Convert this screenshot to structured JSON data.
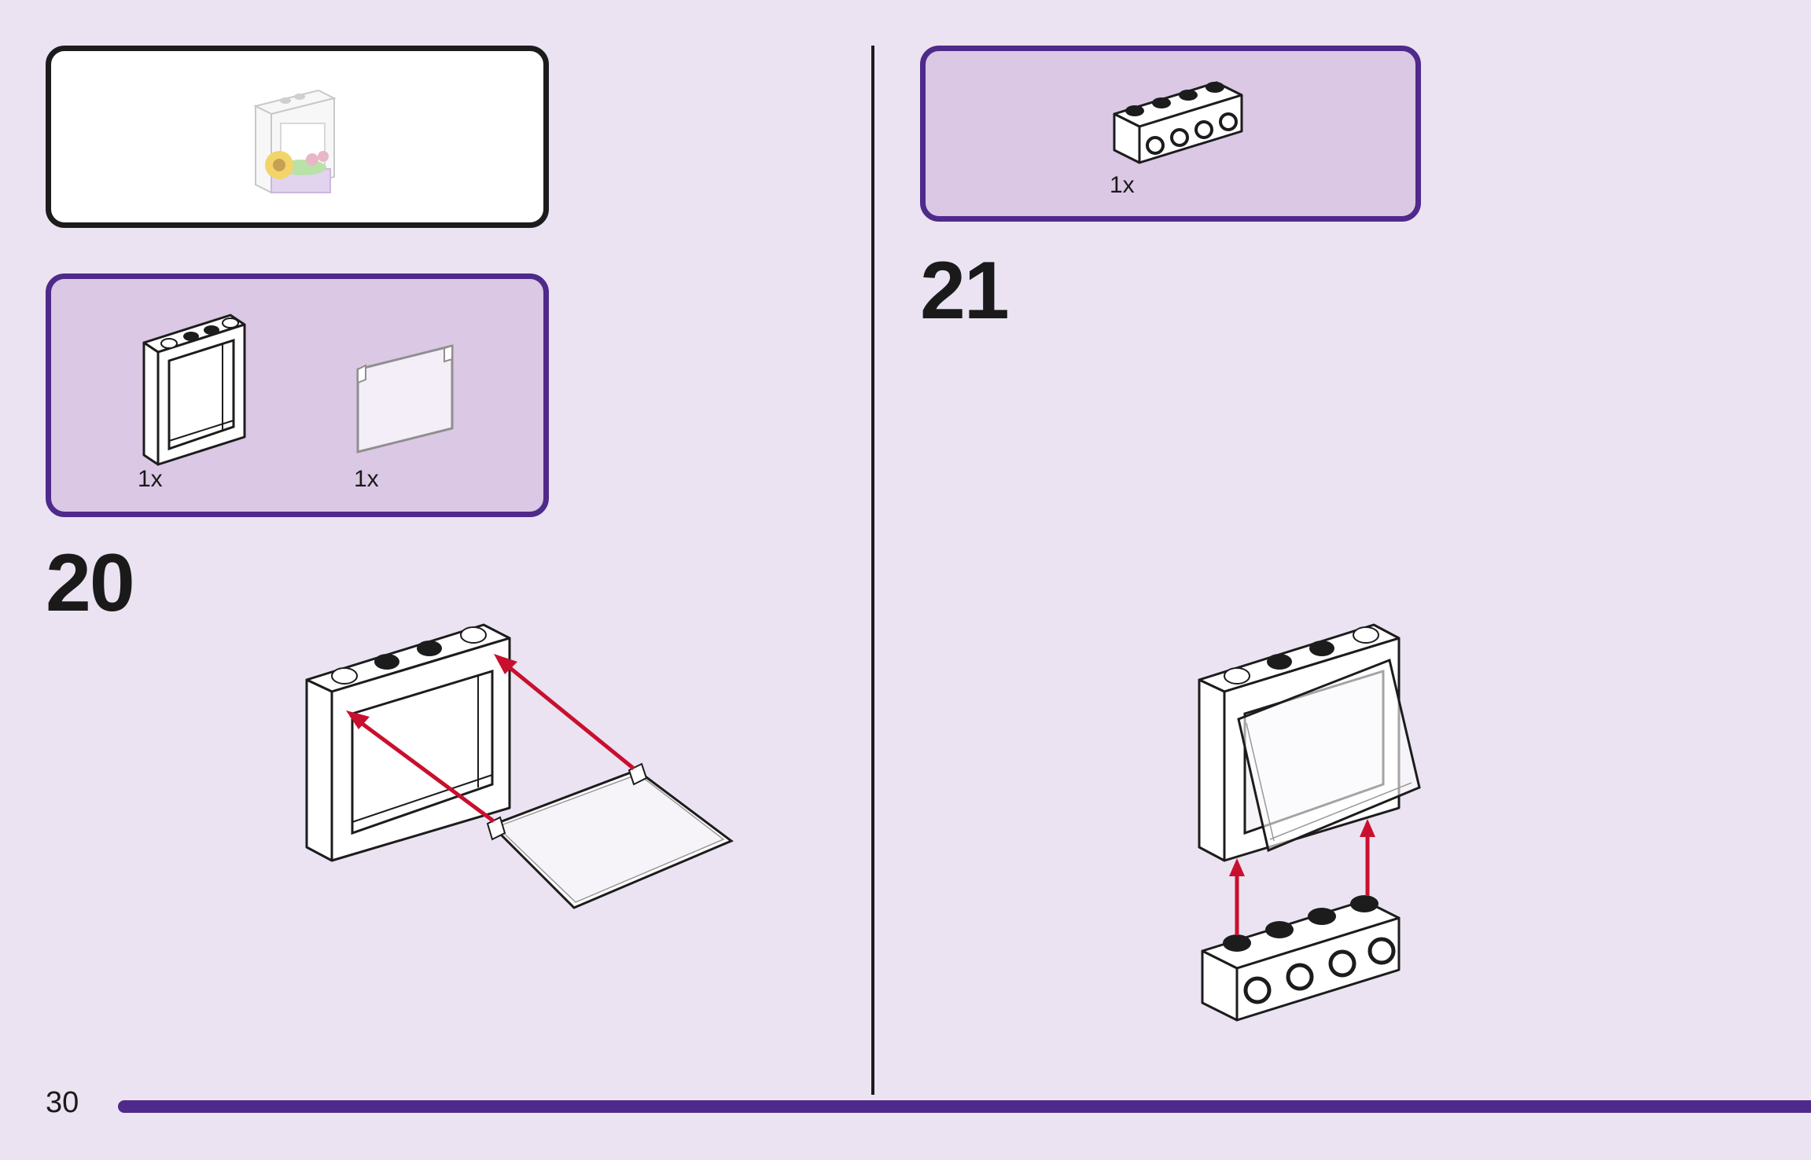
{
  "page": {
    "number": "30",
    "colors": {
      "background": "#ebe3f1",
      "panel": "#dac8e4",
      "accent": "#4e2a8a",
      "arrow": "#c8102e"
    }
  },
  "left": {
    "preview_box": {
      "icon": "flower-window-preview"
    },
    "parts_box": {
      "parts": [
        {
          "icon": "window-frame-1x4x3",
          "qty": "1x"
        },
        {
          "icon": "window-glass-pane",
          "qty": "1x"
        }
      ]
    },
    "step": {
      "number": "20",
      "icon": "attach-glass-to-frame"
    }
  },
  "right": {
    "parts_box": {
      "parts": [
        {
          "icon": "brick-1x4-side-studs",
          "qty": "1x"
        }
      ]
    },
    "step": {
      "number": "21",
      "icon": "attach-window-to-brick"
    }
  }
}
